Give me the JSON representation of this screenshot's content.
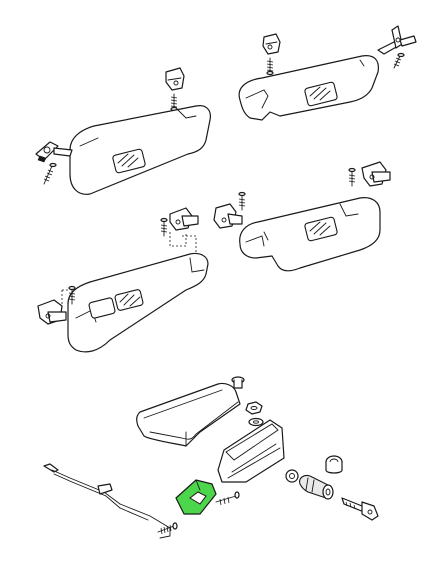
{
  "diagram": {
    "style": "exploded-parts-line-drawing",
    "highlight_color": "#4cd64c",
    "line_color": "#1a1a1a",
    "background": "#ffffff",
    "highlighted_part": "glove-box-lock-bracket",
    "groups": [
      "sun-visor-assembly-left-upper",
      "sun-visor-assembly-right-upper",
      "sun-visor-assembly-left-lower",
      "sun-visor-assembly-right-lower",
      "glove-box-assembly"
    ]
  }
}
